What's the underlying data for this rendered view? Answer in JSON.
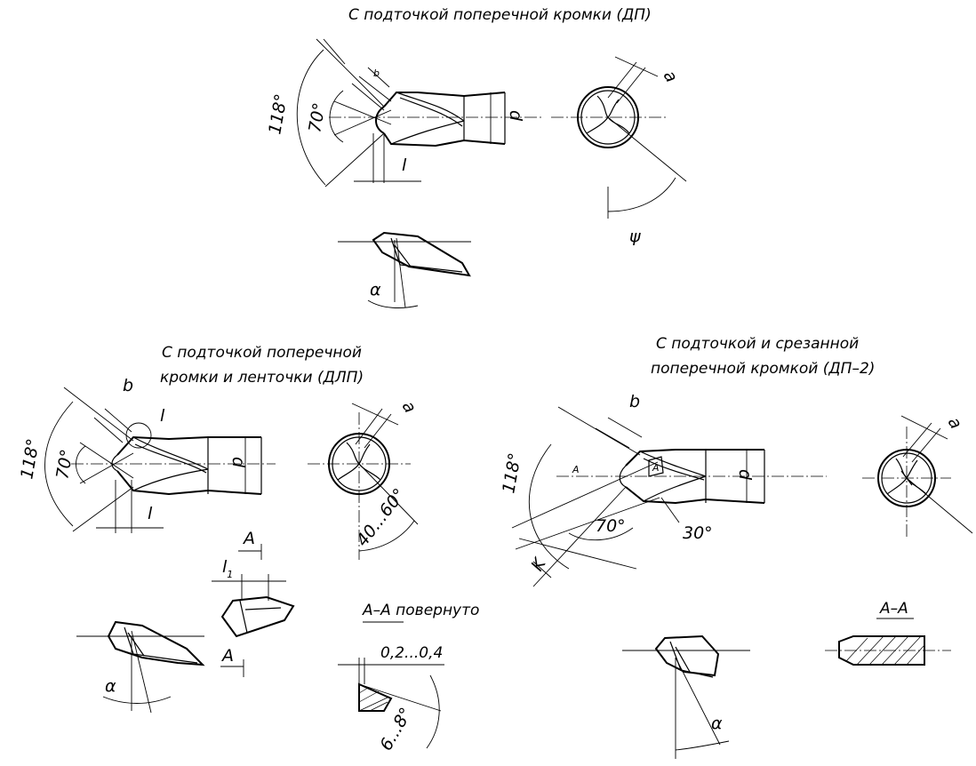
{
  "titles": {
    "dp": "С подточкой поперечной кромки (ДП)",
    "dlp_line1": "С подточкой поперечной",
    "dlp_line2": "кромки и ленточки (ДЛП)",
    "dp2_line1": "С подточкой и срезанной",
    "dp2_line2": "поперечной кромкой (ДП–2)"
  },
  "dims": {
    "angle_118": "118°",
    "angle_70": "70°",
    "angle_30": "30°",
    "b": "b",
    "l": "l",
    "l1": "l",
    "l1_sub": "1",
    "d": "d",
    "a": "a",
    "psi": "ψ",
    "alpha": "α",
    "kappa": "K",
    "range_40_60": "40...60°",
    "range_02_04": "0,2...0,4",
    "range_6_8": "6...8°",
    "section_A": "A",
    "section_rotated": "А–А повернуто",
    "section_AA": "А–А"
  }
}
